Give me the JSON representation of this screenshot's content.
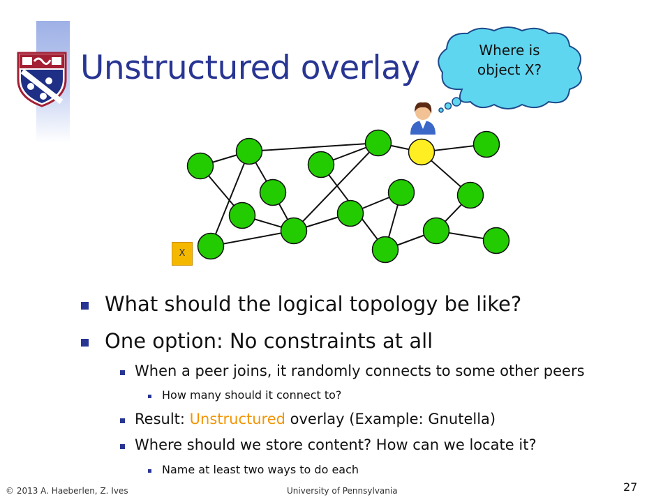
{
  "slide": {
    "title": "Unstructured overlay",
    "page_number": "27",
    "footer_left": "© 2013 A. Haeberlen, Z. Ives",
    "footer_center": "University of Pennsylvania"
  },
  "bubble": {
    "line1": "Where is",
    "line2": "object X?"
  },
  "diagram": {
    "object_label": "X",
    "colors": {
      "peer": "#22cc00",
      "querying_peer": "#ffee22",
      "object": "#f5b800"
    }
  },
  "bullets": {
    "b1": "What should the logical topology be like?",
    "b2": "One option: No constraints at all",
    "b3": "When a peer joins, it randomly connects to some other peers",
    "b4": "How many should it connect to?",
    "b5_pre": "Result: ",
    "b5_hl": "Unstructured",
    "b5_post": " overlay (Example: Gnutella)",
    "b6": "Where should we store content? How can we locate it?",
    "b7": "Name at least two ways to do each"
  },
  "colors": {
    "title": "#283593",
    "highlight": "#f29500",
    "bullet_marker": "#283593"
  }
}
